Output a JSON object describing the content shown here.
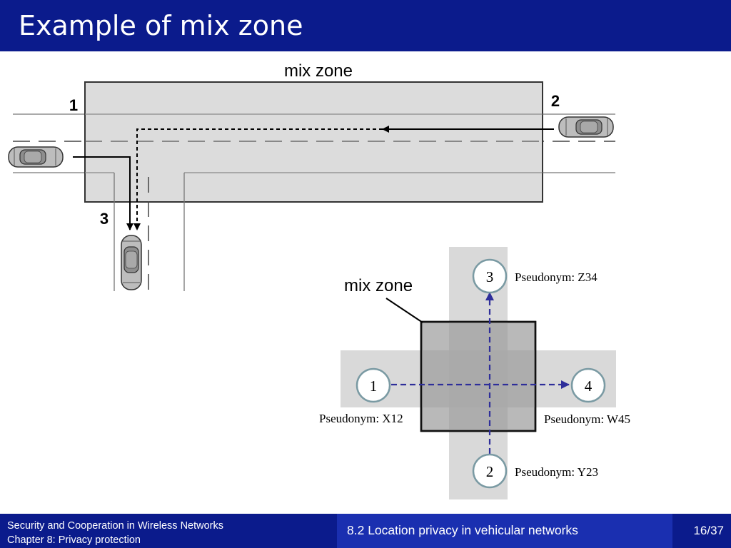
{
  "slide": {
    "title": "Example of mix zone",
    "colors": {
      "header": "#0b1b8c",
      "footer_mid": "#1a2fb0",
      "route": "#2e2e9a"
    }
  },
  "top_diagram": {
    "zone_label": "mix zone",
    "entry_labels": [
      "1",
      "2",
      "3"
    ]
  },
  "bottom_diagram": {
    "zone_label": "mix zone",
    "nodes": [
      {
        "id": "1",
        "pseudonym": "Pseudonym: X12"
      },
      {
        "id": "2",
        "pseudonym": "Pseudonym: Y23"
      },
      {
        "id": "3",
        "pseudonym": "Pseudonym: Z34"
      },
      {
        "id": "4",
        "pseudonym": "Pseudonym: W45"
      }
    ]
  },
  "footer": {
    "course_line1": "Security and Cooperation in Wireless Networks",
    "course_line2": "Chapter 8: Privacy protection",
    "section": "8.2 Location privacy in vehicular networks",
    "page": "16/37"
  }
}
